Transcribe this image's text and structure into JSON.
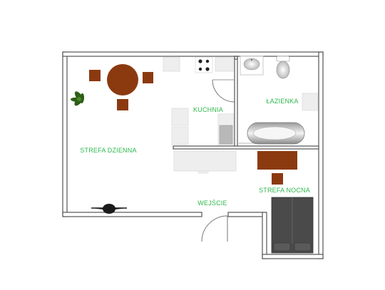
{
  "rooms": {
    "kitchen": "KUCHNIA",
    "bathroom": "ŁAZIENKA",
    "living": "STREFA DZIENNA",
    "sleeping": "STREFA NOCNA",
    "entrance": "WEJŚCIE"
  },
  "colors": {
    "label": "#2db84b",
    "wall": "#555555",
    "wood": "#8b3a0f",
    "appliance": "#eeeeee",
    "bed": "#4a4a4a",
    "plant": "#2e5e16"
  }
}
